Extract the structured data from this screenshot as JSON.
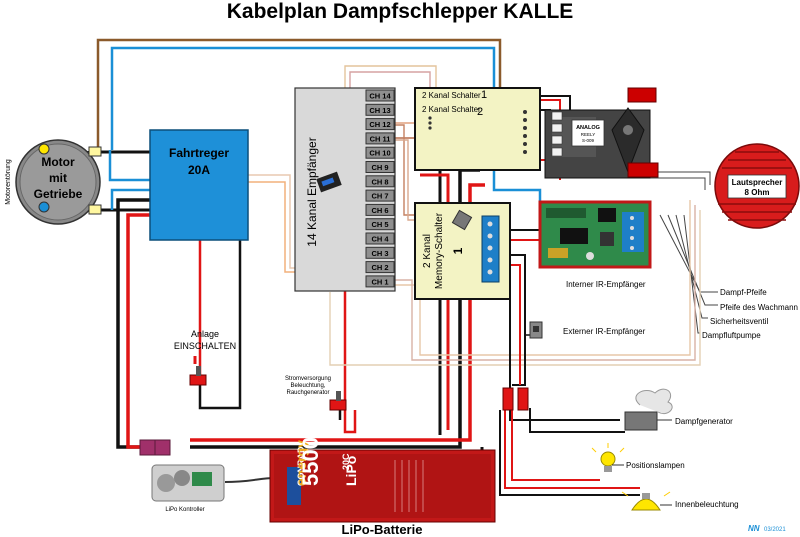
{
  "title": "Kabelplan Dampfschlepper KALLE",
  "motor": {
    "label_lines": [
      "Motor",
      "mit",
      "Getriebe"
    ],
    "side_label": "Motorentörung"
  },
  "esc": {
    "label_lines": [
      "Fahrtreger",
      "20A"
    ]
  },
  "receiver": {
    "label": "14 Kanal Empfänger",
    "channels": [
      "CH 14",
      "CH 13",
      "CH 12",
      "CH 11",
      "CH 10",
      "CH 9",
      "CH 8",
      "CH 7",
      "CH 6",
      "CH 5",
      "CH 4",
      "CH 3",
      "CH 2",
      "CH 1"
    ]
  },
  "switch_2ch": {
    "line1": "2 Kanal Schalter",
    "num1": "1",
    "line2": "2 Kanal Schalter",
    "num2": "2"
  },
  "servo": {
    "lines": [
      "ANALOG",
      "REELY",
      "S-009"
    ]
  },
  "speaker": {
    "lines": [
      "Lautsprecher",
      "8 Ohm"
    ]
  },
  "memory_switch": {
    "label_lines": [
      "2 Kanal",
      "Memory-Schalter"
    ],
    "number": "1"
  },
  "ir_internal": "Interner IR-Empfänger",
  "ir_external": "Externer IR-Empfänger",
  "outputs": [
    "Dampf-Pfeife",
    "Pfeife des Wachmann",
    "Sicherheitsventil",
    "Dampfluftpumpe"
  ],
  "switch_main": {
    "lines": [
      "Anlage",
      "EINSCHALTEN"
    ]
  },
  "switch_aux": {
    "lines": [
      "Stromversorgung",
      "Beleuchtung,",
      "Rauchgenerator"
    ]
  },
  "smoke": "Dampfgenerator",
  "position_lamps": "Positionslampen",
  "interior_light": "Innenbeleuchtung",
  "battery": {
    "brand": "CONRAD",
    "sub": "energy",
    "capacity": "5500",
    "rating": "20C",
    "type": "LiPo",
    "label": "LiPo-Batterie"
  },
  "lipo_controller": "LiPo Kontroller",
  "signature": {
    "initials": "NN",
    "date": "03/2021"
  },
  "colors": {
    "esc_blue": "#1e90d8",
    "receiver_grey": "#d9d9d9",
    "switch_yellow": "#f3f3c4",
    "board_green": "#2f8a4a",
    "speaker_red": "#d81c1c",
    "battery_red": "#c21818",
    "wire_brown": "#8b5a2b",
    "wire_blue": "#1a8fd6",
    "wire_red": "#e01515"
  }
}
